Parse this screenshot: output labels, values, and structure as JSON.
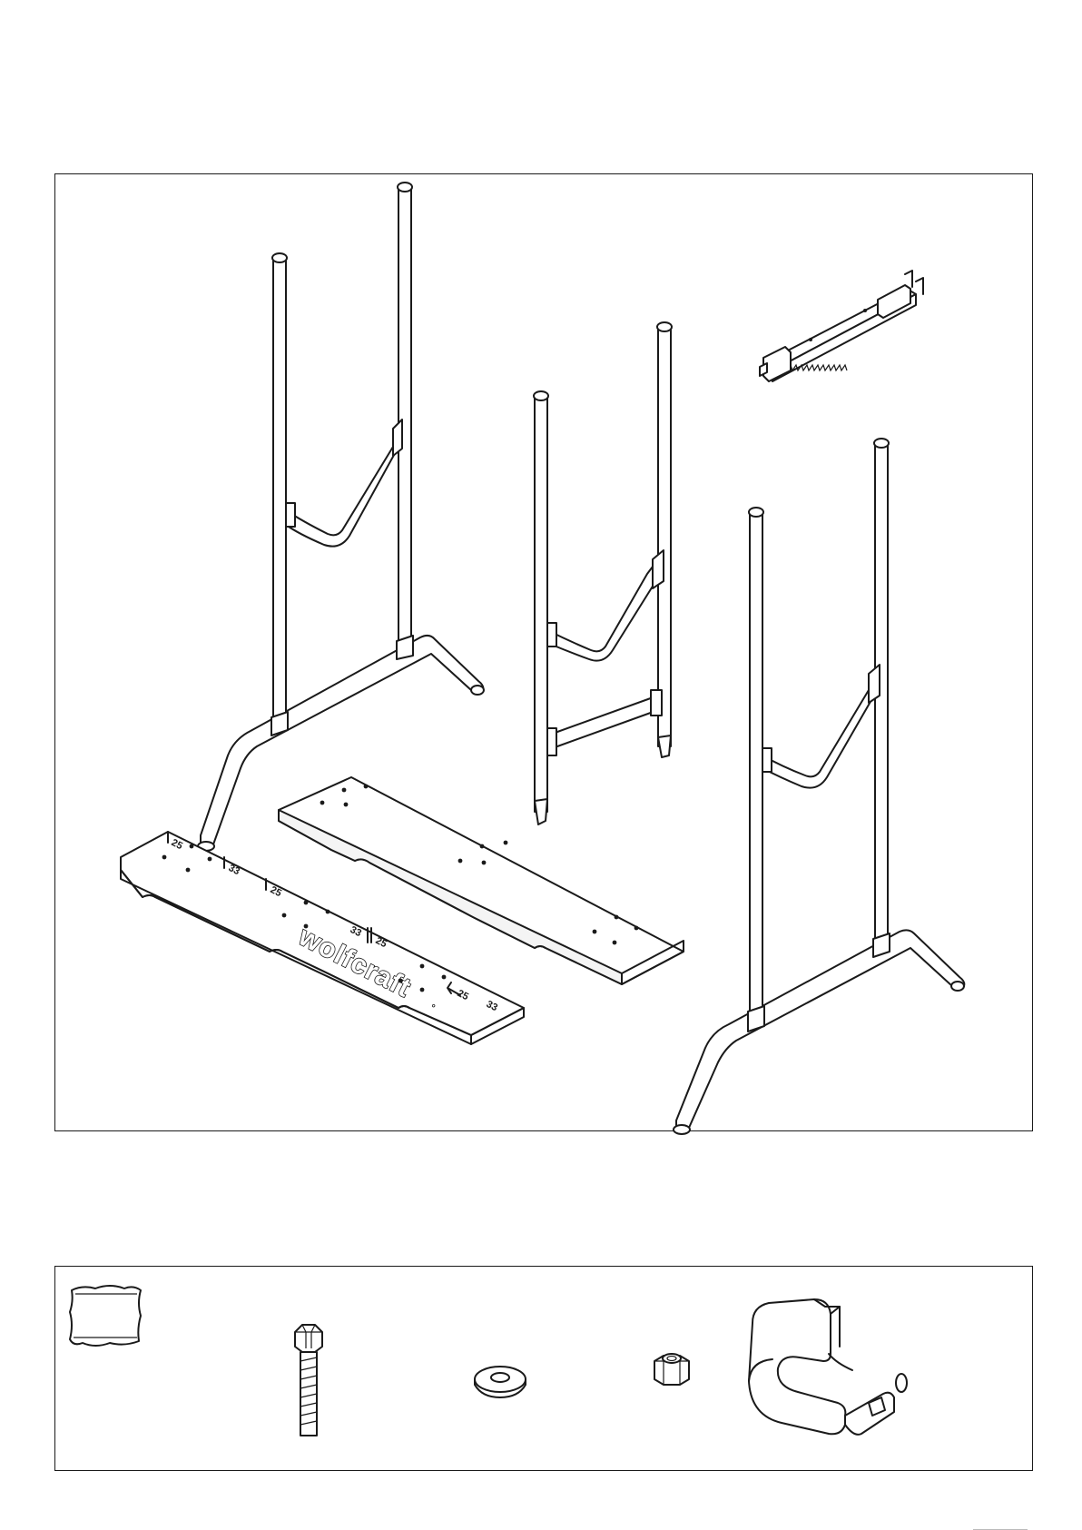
{
  "board_left": {
    "marks": [
      "25",
      "33",
      "25",
      "33",
      "25",
      "25",
      "33"
    ],
    "brand": "wolfcraft",
    "brand_mark": "°"
  },
  "hardware": {
    "items": [
      "parts-bag",
      "hex-bolt",
      "washer",
      "lock-nut",
      "tube-clamp"
    ]
  }
}
